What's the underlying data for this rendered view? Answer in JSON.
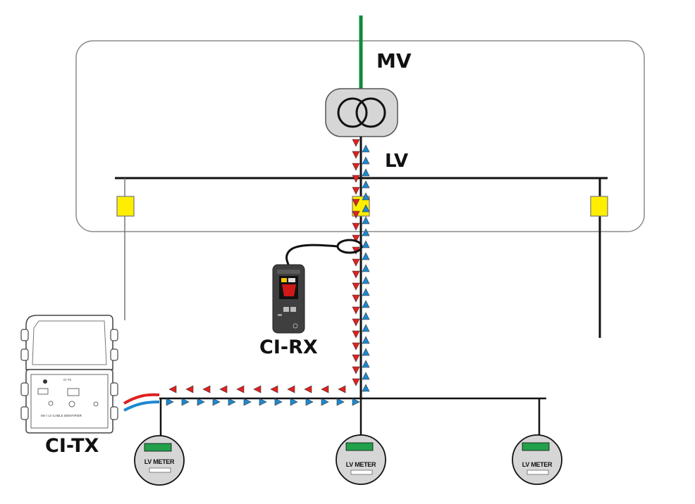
{
  "labels": {
    "mv": "MV",
    "lv": "LV",
    "rx": "CI-RX",
    "tx": "CI-TX"
  },
  "meters": [
    {
      "label": "LV METER"
    },
    {
      "label": "LV METER"
    },
    {
      "label": "LV METER"
    }
  ],
  "devices": {
    "tx_panel_title": "MV / LV CABLE IDENTIFIER",
    "tx_model": "CI TX"
  },
  "colors": {
    "mv_line": "#0f8a3c",
    "signal_out": "#e02020",
    "signal_return": "#1e88d0",
    "junction_box": "#ffee00",
    "meter_display": "#22a04a",
    "substation_border": "#8a8a8a"
  }
}
